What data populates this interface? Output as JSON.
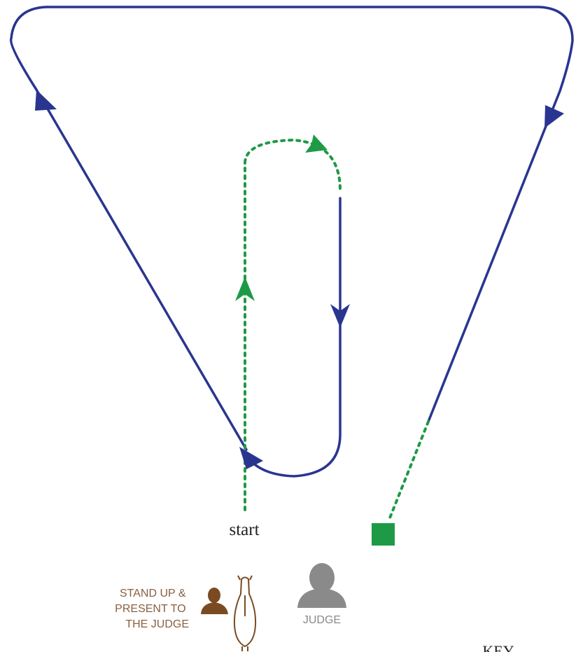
{
  "labels": {
    "start": "start",
    "stand_up_line1": "STAND UP &",
    "stand_up_line2": "PRESENT TO",
    "stand_up_line3": "THE JUDGE",
    "judge": "JUDGE",
    "key": "KEY"
  },
  "colors": {
    "trot_path": "#2a3590",
    "walk_path": "#1e9a46",
    "finish_marker": "#1e9a46",
    "handler_figure": "#7a4a22",
    "stand_up_text": "#8a6040",
    "judge_figure": "#8a8a8a",
    "judge_text": "#8a8a8a",
    "horse_outline": "#7a4a22",
    "start_text": "#222222"
  },
  "icons": {
    "handler": "person-icon",
    "judge": "person-icon",
    "horse": "horse-top-view-icon",
    "finish": "square-marker-icon"
  }
}
